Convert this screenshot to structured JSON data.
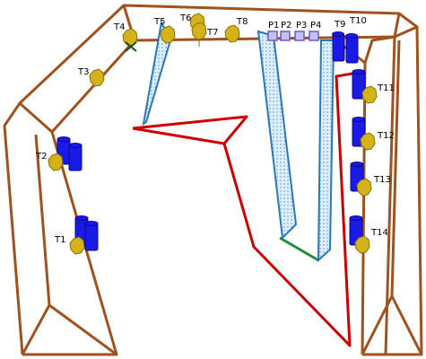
{
  "targets": [
    {
      "label": "T1"
    },
    {
      "label": "T2"
    },
    {
      "label": "T3"
    },
    {
      "label": "T4"
    },
    {
      "label": "T5"
    },
    {
      "label": "T6"
    },
    {
      "label": "T7"
    },
    {
      "label": "T8"
    },
    {
      "label": "T9"
    },
    {
      "label": "T10"
    },
    {
      "label": "T11"
    },
    {
      "label": "T12"
    },
    {
      "label": "T13"
    },
    {
      "label": "T14"
    }
  ],
  "points": [
    {
      "label": "P1"
    },
    {
      "label": "P2"
    },
    {
      "label": "P3"
    },
    {
      "label": "P4"
    }
  ],
  "colors": {
    "wall": "#a0521e",
    "path": "#cc0000",
    "path_end": "#1f8f3a",
    "panel_fill": "#cfe3f6",
    "panel_edge": "#2a78b8",
    "barrel": "#1a1ae6",
    "barrel_dark": "#0a0a8c",
    "target": "#d4b21a",
    "target_edge": "#8a7000",
    "marker": "#6a5cc8"
  }
}
